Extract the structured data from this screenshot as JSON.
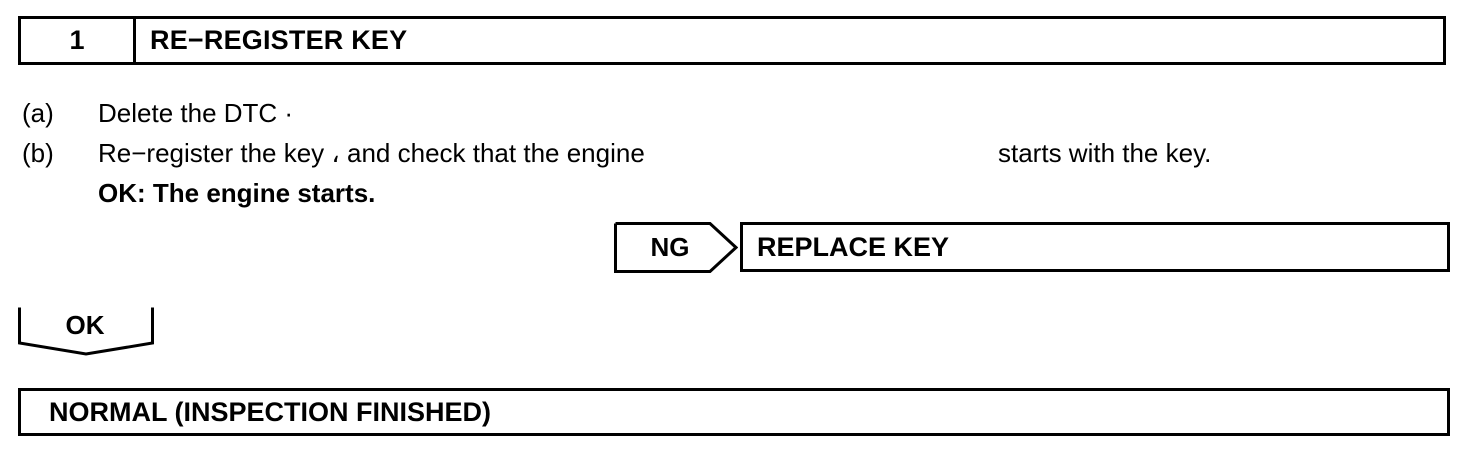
{
  "step": {
    "number": "1",
    "title": "RE−REGISTER KEY"
  },
  "instructions": [
    {
      "marker": "(a)",
      "text": "Delete the DTC ·"
    },
    {
      "marker": "(b)",
      "text_start": "Re−register the key ، and check that the engine",
      "text_end": "starts with the key."
    }
  ],
  "ok_criterion": "OK: The engine starts.",
  "ng_branch": {
    "badge": "NG",
    "action": "REPLACE KEY"
  },
  "ok_branch": {
    "badge": "OK",
    "result": "NORMAL (INSPECTION FINISHED)"
  }
}
